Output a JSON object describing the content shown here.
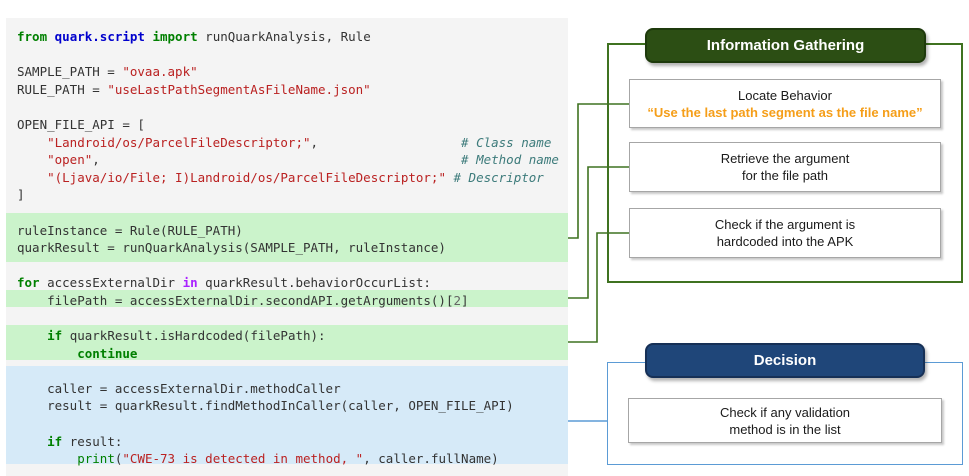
{
  "colors": {
    "code_bg": "#f4f4f4",
    "hl_green": "#cbf3cb",
    "hl_blue": "#d6eaf8",
    "green_accent": "#3f7220",
    "blue_accent": "#5b9bd5",
    "ig_header_bg": "#2c4e14",
    "decision_header_bg": "#1f4679",
    "box_border": "#a6a6a6",
    "kw": "#008000",
    "ns": "#0000cd",
    "op_word": "#aa22ff",
    "builtin": "#008000",
    "string": "#ba2121",
    "comment": "#3d7b7b",
    "plain": "#333333",
    "number": "#666666",
    "orange": "#f59e19"
  },
  "code": {
    "lines": [
      [
        [
          "kw",
          "from"
        ],
        [
          "n",
          " "
        ],
        [
          "ns",
          "quark.script"
        ],
        [
          "n",
          " "
        ],
        [
          "kw",
          "import"
        ],
        [
          "n",
          " runQuarkAnalysis, Rule"
        ]
      ],
      [],
      [
        [
          "n",
          "SAMPLE_PATH = "
        ],
        [
          "s",
          "\"ovaa.apk\""
        ]
      ],
      [
        [
          "n",
          "RULE_PATH = "
        ],
        [
          "s",
          "\"useLastPathSegmentAsFileName.json\""
        ]
      ],
      [],
      [
        [
          "n",
          "OPEN_FILE_API = ["
        ]
      ],
      [
        [
          "n",
          "    "
        ],
        [
          "s",
          "\"Landroid/os/ParcelFileDescriptor;\""
        ],
        [
          "n",
          ",                   "
        ],
        [
          "c",
          "# Class name"
        ]
      ],
      [
        [
          "n",
          "    "
        ],
        [
          "s",
          "\"open\""
        ],
        [
          "n",
          ",                                                "
        ],
        [
          "c",
          "# Method name"
        ]
      ],
      [
        [
          "n",
          "    "
        ],
        [
          "s",
          "\"(Ljava/io/File; I)Landroid/os/ParcelFileDescriptor;\""
        ],
        [
          "n",
          " "
        ],
        [
          "c",
          "# Descriptor"
        ]
      ],
      [
        [
          "n",
          "]"
        ]
      ],
      [],
      [
        [
          "n",
          "ruleInstance = Rule(RULE_PATH)"
        ]
      ],
      [
        [
          "n",
          "quarkResult = runQuarkAnalysis(SAMPLE_PATH, ruleInstance)"
        ]
      ],
      [],
      [
        [
          "kw",
          "for"
        ],
        [
          "n",
          " accessExternalDir "
        ],
        [
          "ow",
          "in"
        ],
        [
          "n",
          " quarkResult.behaviorOccurList:"
        ]
      ],
      [
        [
          "n",
          "    filePath = accessExternalDir.secondAPI.getArguments()["
        ],
        [
          "m",
          "2"
        ],
        [
          "n",
          "]"
        ]
      ],
      [],
      [
        [
          "n",
          "    "
        ],
        [
          "kw",
          "if"
        ],
        [
          "n",
          " quarkResult.isHardcoded(filePath):"
        ]
      ],
      [
        [
          "n",
          "        "
        ],
        [
          "kw",
          "continue"
        ]
      ],
      [],
      [
        [
          "n",
          "    caller = accessExternalDir.methodCaller"
        ]
      ],
      [
        [
          "n",
          "    result = quarkResult.findMethodInCaller(caller, OPEN_FILE_API)"
        ]
      ],
      [],
      [
        [
          "n",
          "    "
        ],
        [
          "kw",
          "if"
        ],
        [
          "n",
          " result:"
        ]
      ],
      [
        [
          "n",
          "        "
        ],
        [
          "nb",
          "print"
        ],
        [
          "n",
          "("
        ],
        [
          "s",
          "\"CWE-73 is detected in method, \""
        ],
        [
          "n",
          ", caller.fullName)"
        ]
      ]
    ]
  },
  "flowchart": {
    "information_gathering": {
      "title": "Information Gathering",
      "boxes": [
        {
          "line1": "Locate Behavior",
          "line2": "“Use the last path segment as the file name”"
        },
        {
          "line1": "Retrieve the argument",
          "line2": "for the file path"
        },
        {
          "line1": "Check if the argument is",
          "line2": "hardcoded into the APK"
        }
      ]
    },
    "decision": {
      "title": "Decision",
      "boxes": [
        {
          "line1": "Check if any validation",
          "line2": "method is in the list"
        }
      ]
    }
  }
}
